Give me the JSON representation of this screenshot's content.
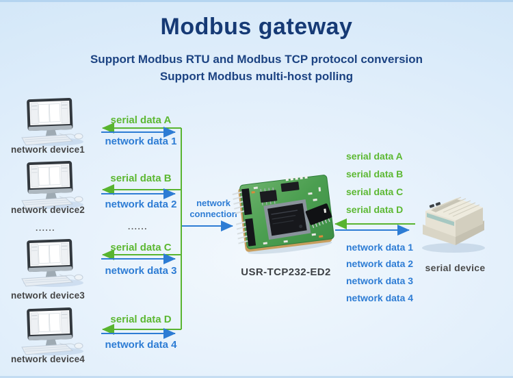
{
  "header": {
    "title": "Modbus gateway",
    "subtitle1": "Support Modbus RTU and Modbus TCP protocol conversion",
    "subtitle2": "Support Modbus multi-host polling"
  },
  "colors": {
    "title_navy": "#163a75",
    "green": "#5cb832",
    "blue": "#2d7cd4",
    "device_label_gray": "#454545",
    "background_light_blue": "#e2effb"
  },
  "left_devices": [
    {
      "label": "network device1"
    },
    {
      "label": "network device2"
    },
    {
      "label": "network device3"
    },
    {
      "label": "network device4"
    }
  ],
  "dots": "......",
  "left_links": [
    {
      "serial": "serial data A",
      "network": "network data 1"
    },
    {
      "serial": "serial data B",
      "network": "network data 2"
    },
    {
      "serial": "serial data C",
      "network": "network data 3"
    },
    {
      "serial": "serial data D",
      "network": "network data 4"
    }
  ],
  "gateway": {
    "connection_label_line1": "network",
    "connection_label_line2": "connection",
    "model": "USR-TCP232-ED2"
  },
  "right_panel": {
    "serial_list": [
      "serial data A",
      "serial data B",
      "serial data C",
      "serial data D"
    ],
    "network_list": [
      "network data 1",
      "network data 2",
      "network data 3",
      "network data 4"
    ],
    "device_label": "serial device"
  }
}
